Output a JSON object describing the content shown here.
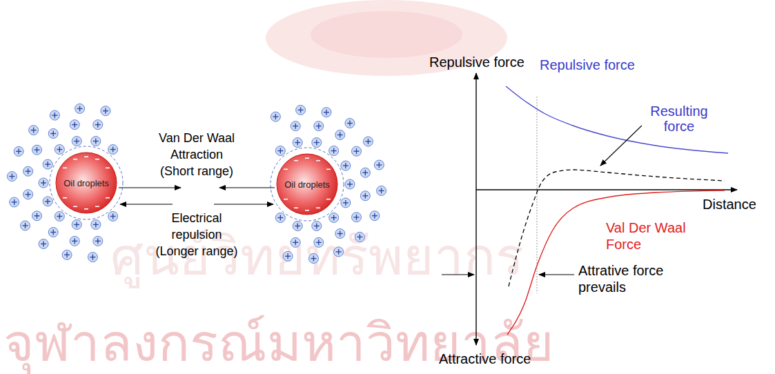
{
  "diagram": {
    "nodes": [
      {
        "text": [
          "Oil droplets"
        ]
      },
      {
        "text": [
          "Oil droplets"
        ]
      }
    ],
    "labels": [
      "Van Der Waal Attraction (Short range)",
      "Electrical repulsion (Longer range)",
      "Repulsive force",
      "Repulsive force",
      "Resulting force",
      "Distance",
      "Val Der Waal Force",
      "Attrative force prevails",
      "Attractive force",
      "ศูนย์วิทยทรัพยากร",
      "จุฬาลงกรณ์มหาวิทยาลัย"
    ]
  }
}
